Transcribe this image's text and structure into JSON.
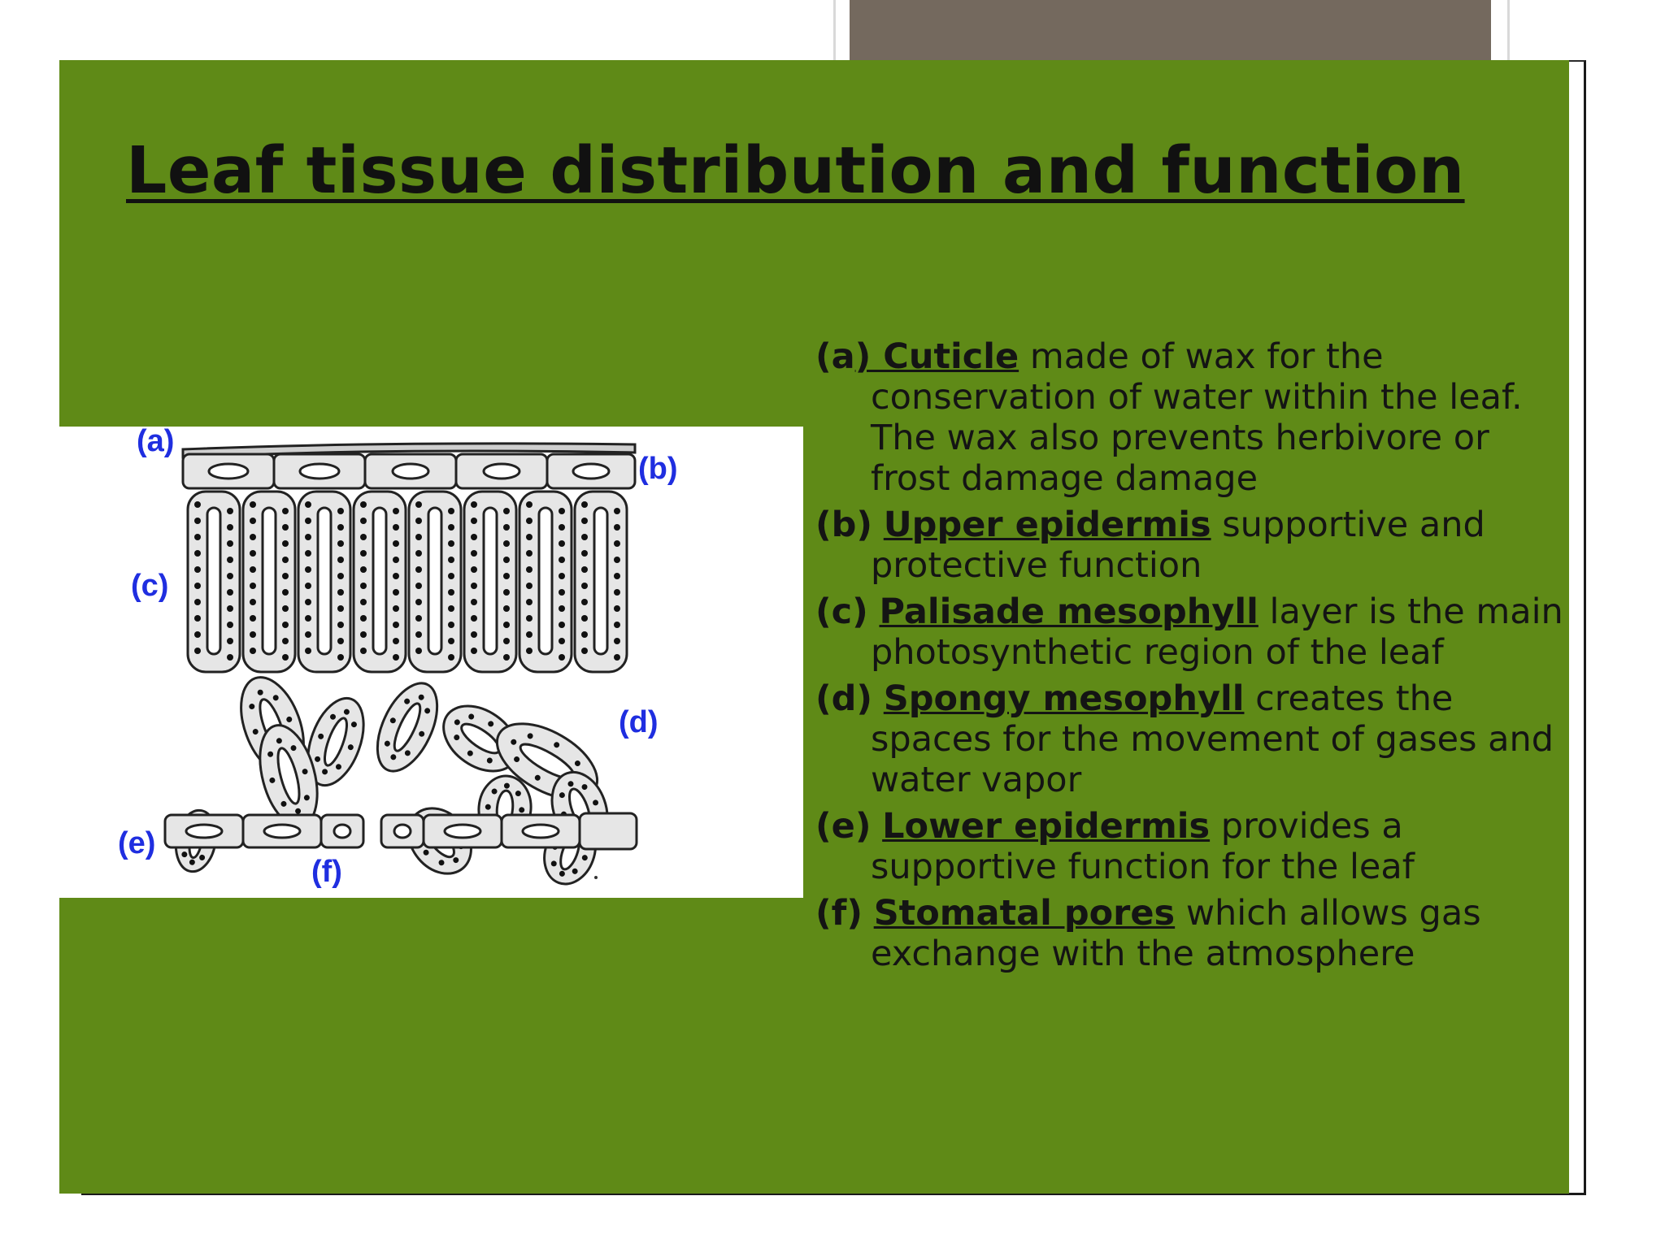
{
  "slide": {
    "title": "Leaf tissue distribution and function",
    "background_color": "#5f8a17",
    "tab_color": "#74695e"
  },
  "diagram": {
    "labels": {
      "a": "(a)",
      "b": "(b)",
      "c": "(c)",
      "d": "(d)",
      "e": "(e)",
      "f": "(f)"
    },
    "label_color": "#1f2ee0"
  },
  "items": [
    {
      "letter": "(a",
      "term": ") Cuticle",
      "rest": " made of wax for the conservation of water within the leaf. The wax also prevents herbivore or frost damage damage"
    },
    {
      "letter": "(b)",
      "term": "Upper epidermis",
      "rest": " supportive and protective function"
    },
    {
      "letter": "(c)",
      "term": "Palisade mesophyll",
      "rest": " layer is the main photosynthetic region of the leaf"
    },
    {
      "letter": "(d)",
      "term": "Spongy mesophyll",
      "rest": " creates the spaces for the movement of gases and water vapor"
    },
    {
      "letter": "(e)",
      "term": "Lower epidermis",
      "rest": " provides a supportive function for the leaf"
    },
    {
      "letter": "(f)",
      "term": "Stomatal pores",
      "rest": " which allows gas exchange with the atmosphere"
    }
  ]
}
